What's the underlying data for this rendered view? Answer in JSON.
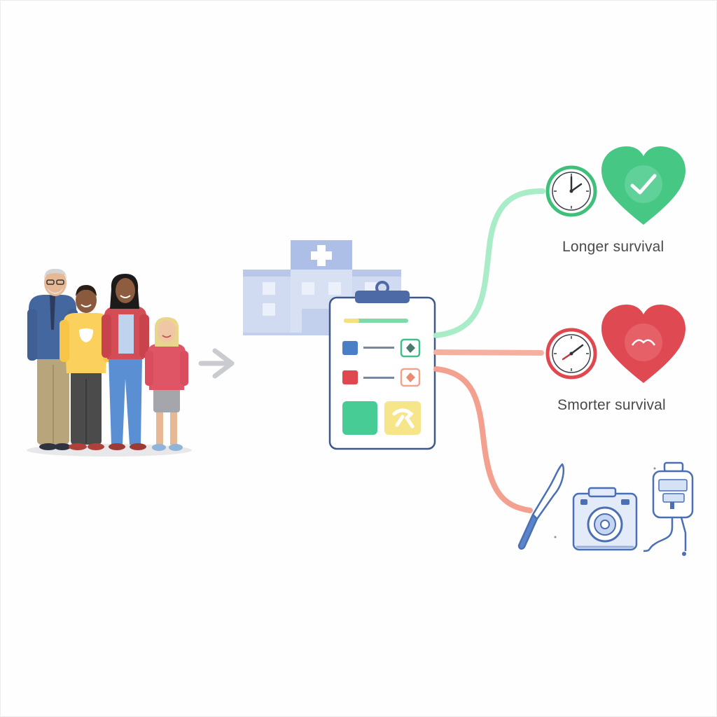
{
  "outcomes": {
    "longer": {
      "label": "Longer survival",
      "color": "#3fc07a",
      "clock_time": "12:10"
    },
    "shorter": {
      "label": "Smorter survival",
      "color": "#e0474f",
      "clock_time": "2:40"
    },
    "interventions": {
      "icons": [
        "scalpel-icon",
        "camera-icon",
        "iv-bag-icon"
      ]
    }
  },
  "colors": {
    "green_path": "#a9ecc8",
    "coral_path": "#f6b0a0",
    "salmon_path": "#f4a08f",
    "hospital_blue": "#aebfe6",
    "outline_blue": "#4a6fb5",
    "arrow_gray": "#c9cbd0"
  }
}
